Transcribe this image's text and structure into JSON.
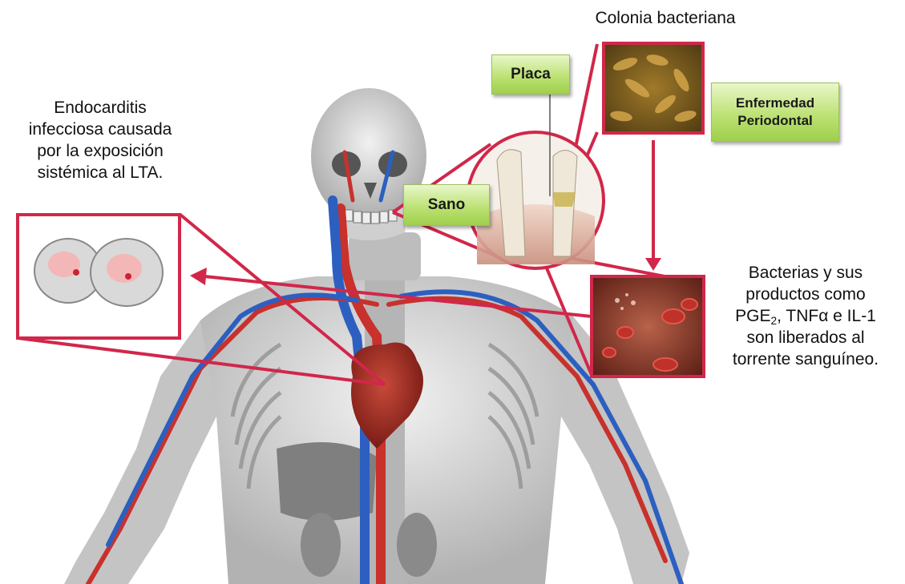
{
  "labels": {
    "colonia": "Colonia bacteriana",
    "endocarditis": [
      "Endocarditis",
      "infecciosa causada",
      "por la exposición",
      "sistémica al LTA."
    ],
    "bacterias": [
      "Bacterias y sus",
      "productos como",
      "PGE",
      "2",
      ", TNFα e IL-1",
      "son liberados al",
      "torrente sanguíneo."
    ]
  },
  "boxes": {
    "placa": "Placa",
    "enfermedad": [
      "Enfermedad",
      "Periodontal"
    ],
    "sano": "Sano"
  },
  "colors": {
    "accent_red": "#d1274a",
    "box_green": "#b9e06f",
    "artery": "#c8312c",
    "vein": "#2c5fc0",
    "bone": "#cfcfcf"
  }
}
